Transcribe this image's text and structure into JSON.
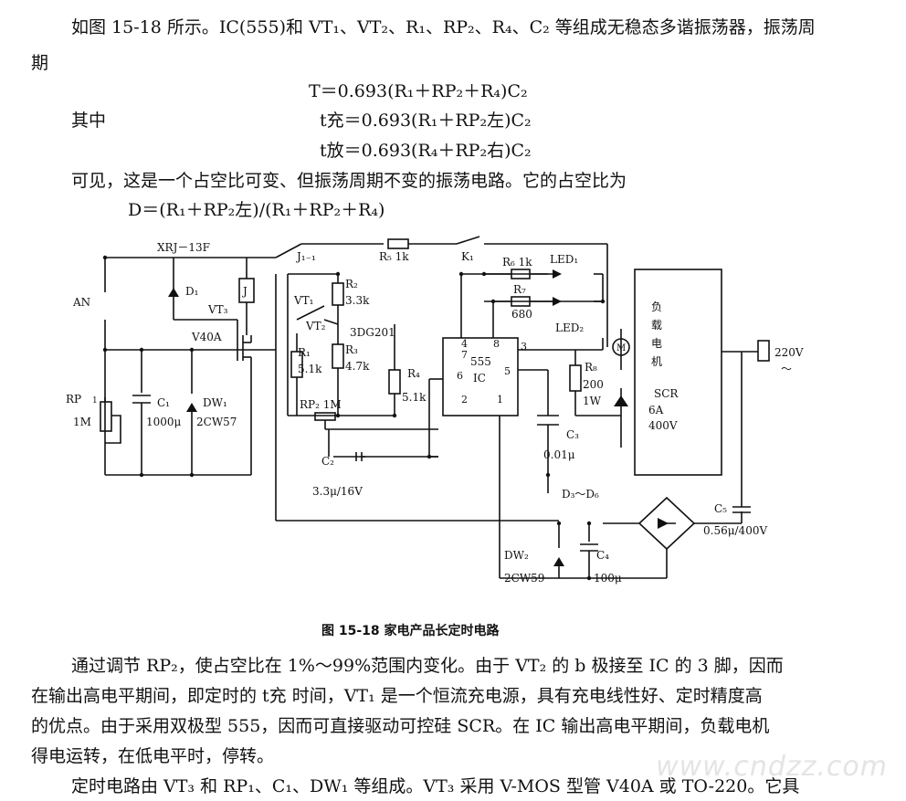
{
  "intro": {
    "line1": "如图 15-18 所示。IC(555)和 VT₁、VT₂、R₁、RP₂、R₄、C₂ 等组成无稳态多谐振荡器，振荡周",
    "line2": "期"
  },
  "equations": {
    "period": "T＝0.693(R₁＋RP₂＋R₄)C₂",
    "among_label": "其中",
    "t_charge": "t充＝0.693(R₁＋RP₂左)C₂",
    "t_discharge": "t放＝0.693(R₄＋RP₂右)C₂",
    "visible_text": "可见，这是一个占空比可变、但振荡周期不变的振荡电路。它的占空比为",
    "duty": "D＝(R₁＋RP₂左)/(R₁＋RP₂＋R₄)"
  },
  "circuit": {
    "labels": {
      "relay": "XRJ－13F",
      "an": "AN",
      "d1": "D₁",
      "vt3": "VT₃",
      "j": "J",
      "v40a": "V40A",
      "j11": "J₁₋₁",
      "r5": "R₅ 1k",
      "k1": "K₁",
      "r6": "R₆ 1k",
      "led1": "LED₁",
      "r7": "R₇",
      "r7v": "680",
      "led2": "LED₂",
      "vt1": "VT₁",
      "vt2": "VT₂",
      "r2": "R₂",
      "r2v": "3.3k",
      "dg": "3DG201",
      "r3": "R₃",
      "r3v": "4.7k",
      "r1": "R₁",
      "r1v": "5.1k",
      "r4": "R₄",
      "r4v": "5.1k",
      "rp2": "RP₂ 1M",
      "c2": "C₂",
      "c2v": "3.3μ/16V",
      "rp1": "RP",
      "rp1sub": "1",
      "rp1v": "1M",
      "c1": "C₁",
      "c1v": "1000μ",
      "dw1": "DW₁",
      "dw1v": "2CW57",
      "ic_name": "555",
      "ic_sub": "IC",
      "pin4": "4",
      "pin8": "8",
      "pin7": "7",
      "pin3": "3",
      "pin6": "6",
      "pin5": "5",
      "pin2": "2",
      "pin1": "1",
      "c3": "C₃",
      "c3v": "0.01μ",
      "r8": "R₈",
      "r8v": "200",
      "r8p": "1W",
      "scr": "SCR",
      "scr_a": "6A",
      "scr_v": "400V",
      "motor": "M",
      "load1": "负",
      "load2": "载",
      "load3": "电",
      "load4": "机",
      "v220": "220V",
      "tilde": "～",
      "d36": "D₃～D₆",
      "c5": "C₅",
      "c5v": "0.56μ/400V",
      "dw2": "DW₂",
      "dw2v": "2CW59",
      "c4": "C₄",
      "c4v": "100μ"
    }
  },
  "caption": "图 15-18   家电产品长定时电路",
  "body": {
    "p1": "通过调节 RP₂，使占空比在 1%～99%范围内变化。由于 VT₂ 的 b 极接至 IC 的 3 脚，因而",
    "p2": "在输出高电平期间，即定时的 t充 时间，VT₁ 是一个恒流充电源，具有充电线性好、定时精度高",
    "p3": "的优点。由于采用双极型 555，因而可直接驱动可控硅 SCR。在 IC 输出高电平期间，负载电机",
    "p4": "得电运转，在低电平时，停转。",
    "p5": "定时电路由 VT₃ 和 RP₁、C₁、DW₁ 等组成。VT₃ 采用 V-MOS 型管 V40A 或 TO-220。它具"
  },
  "watermark": "www.cndzz.com"
}
